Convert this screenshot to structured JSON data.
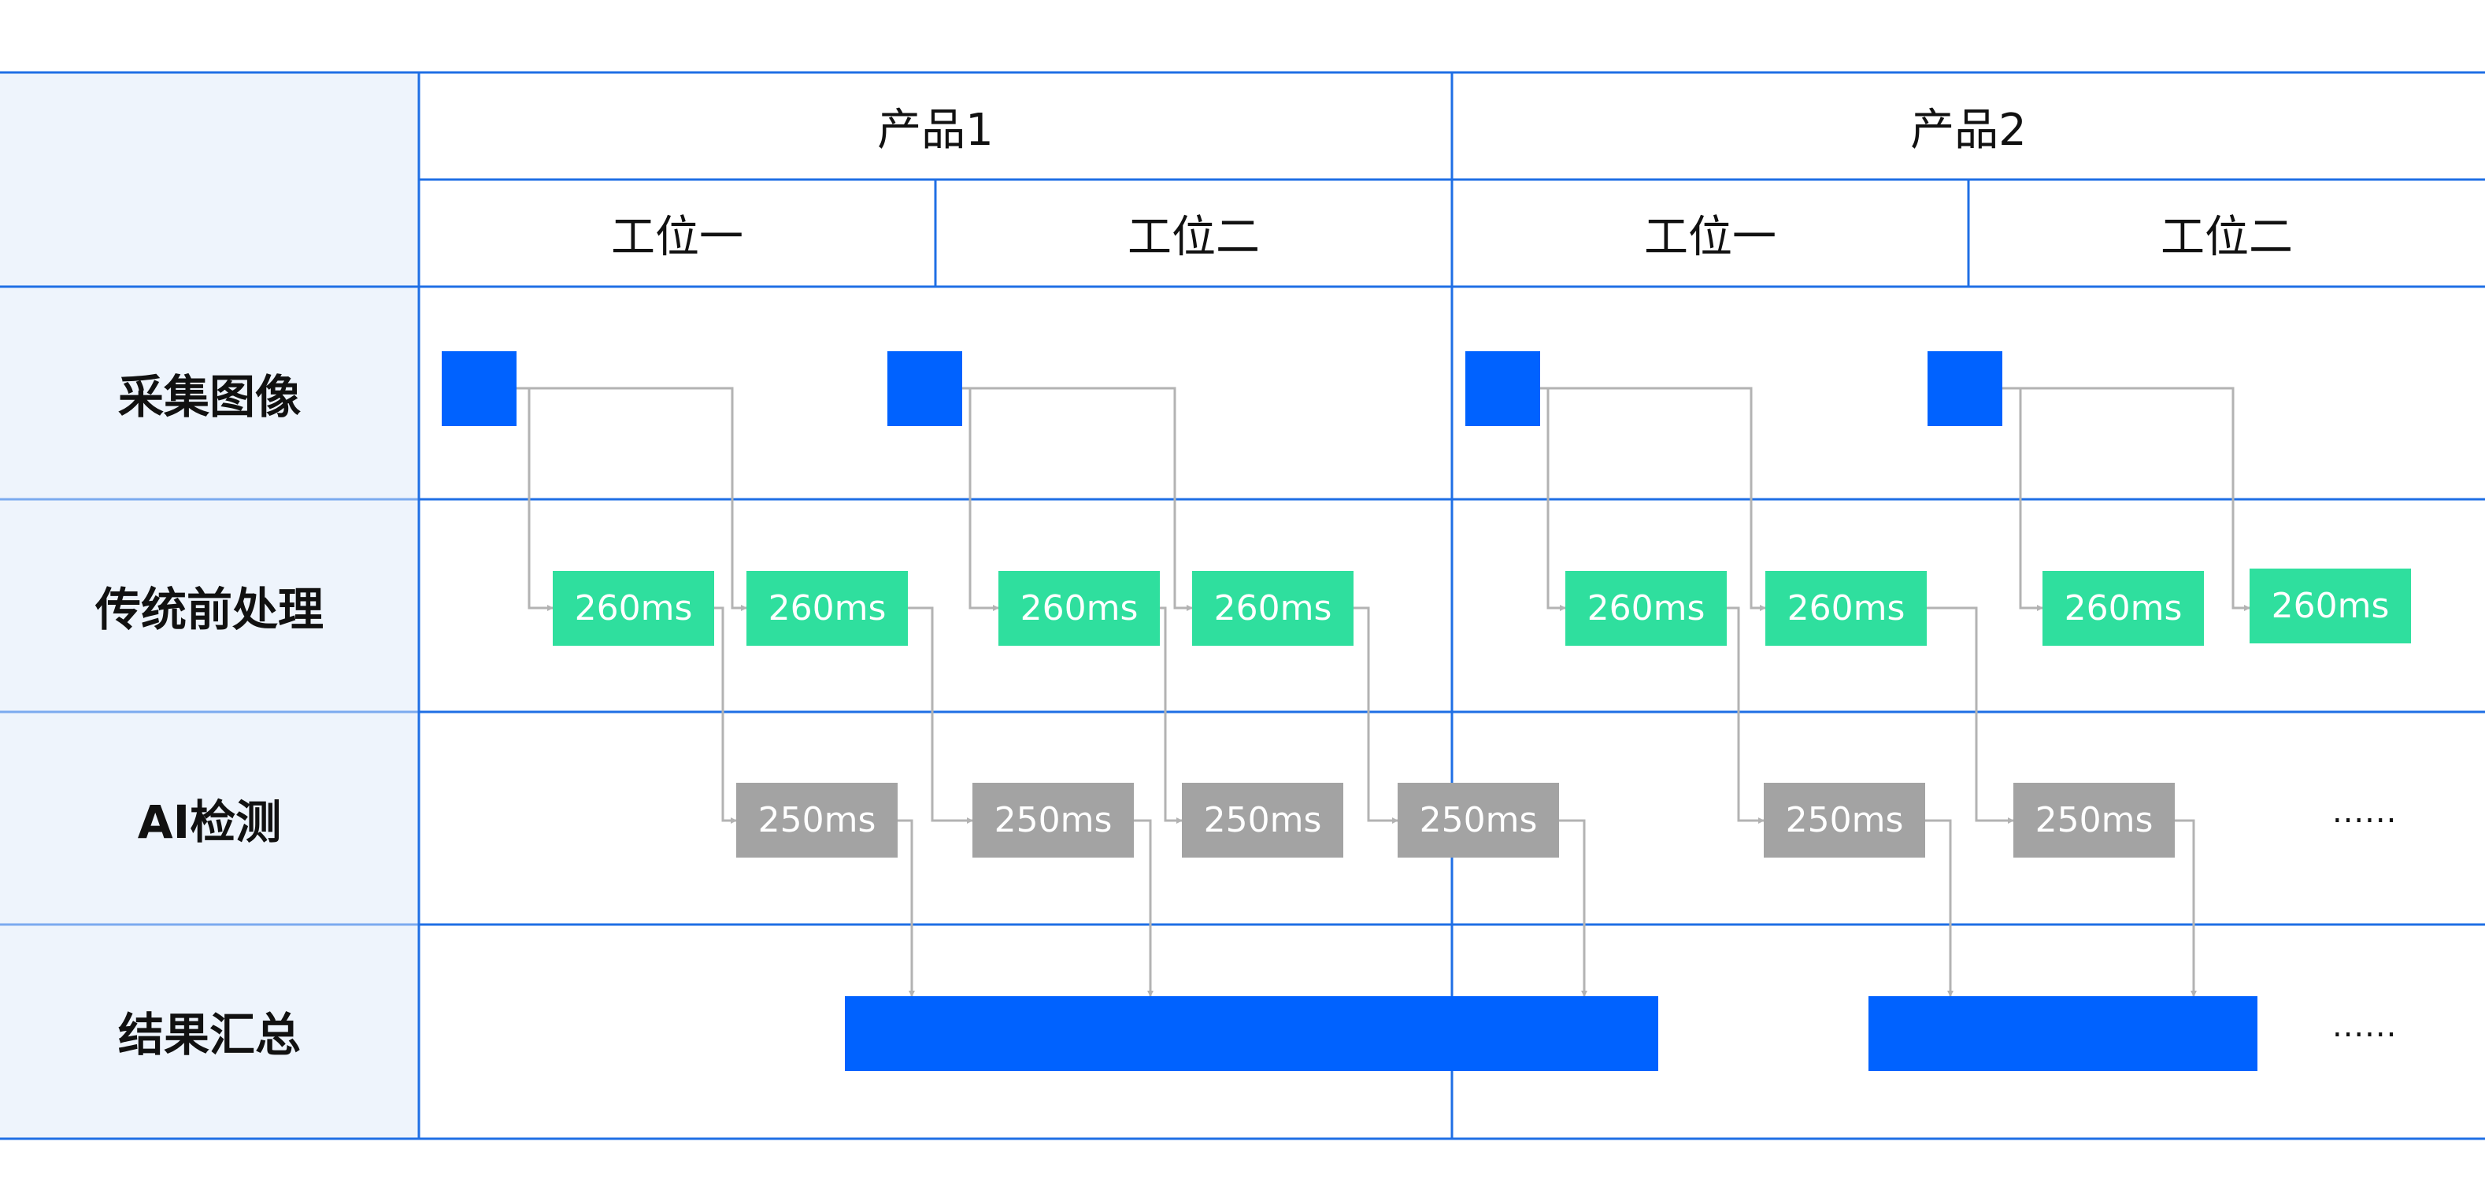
{
  "colors": {
    "grid": "#1f6fe5",
    "label_bg": "#eef4fc",
    "capture": "#0062ff",
    "preprocess": "#2fdf9e",
    "ai": "#a3a3a3",
    "summary": "#0062ff",
    "arrow": "#b3b3b3"
  },
  "header": {
    "products": [
      {
        "name": "产品1",
        "stations": [
          "工位一",
          "工位二"
        ]
      },
      {
        "name": "产品2",
        "stations": [
          "工位一",
          "工位二"
        ]
      }
    ]
  },
  "rows": [
    {
      "id": "capture",
      "label": "采集图像"
    },
    {
      "id": "preprocess",
      "label": "传统前处理"
    },
    {
      "id": "ai",
      "label": "AI检测"
    },
    {
      "id": "summary",
      "label": "结果汇总"
    }
  ],
  "tasks": {
    "preprocess_label": "260ms",
    "ai_label": "250ms"
  },
  "ellipsis": "......"
}
